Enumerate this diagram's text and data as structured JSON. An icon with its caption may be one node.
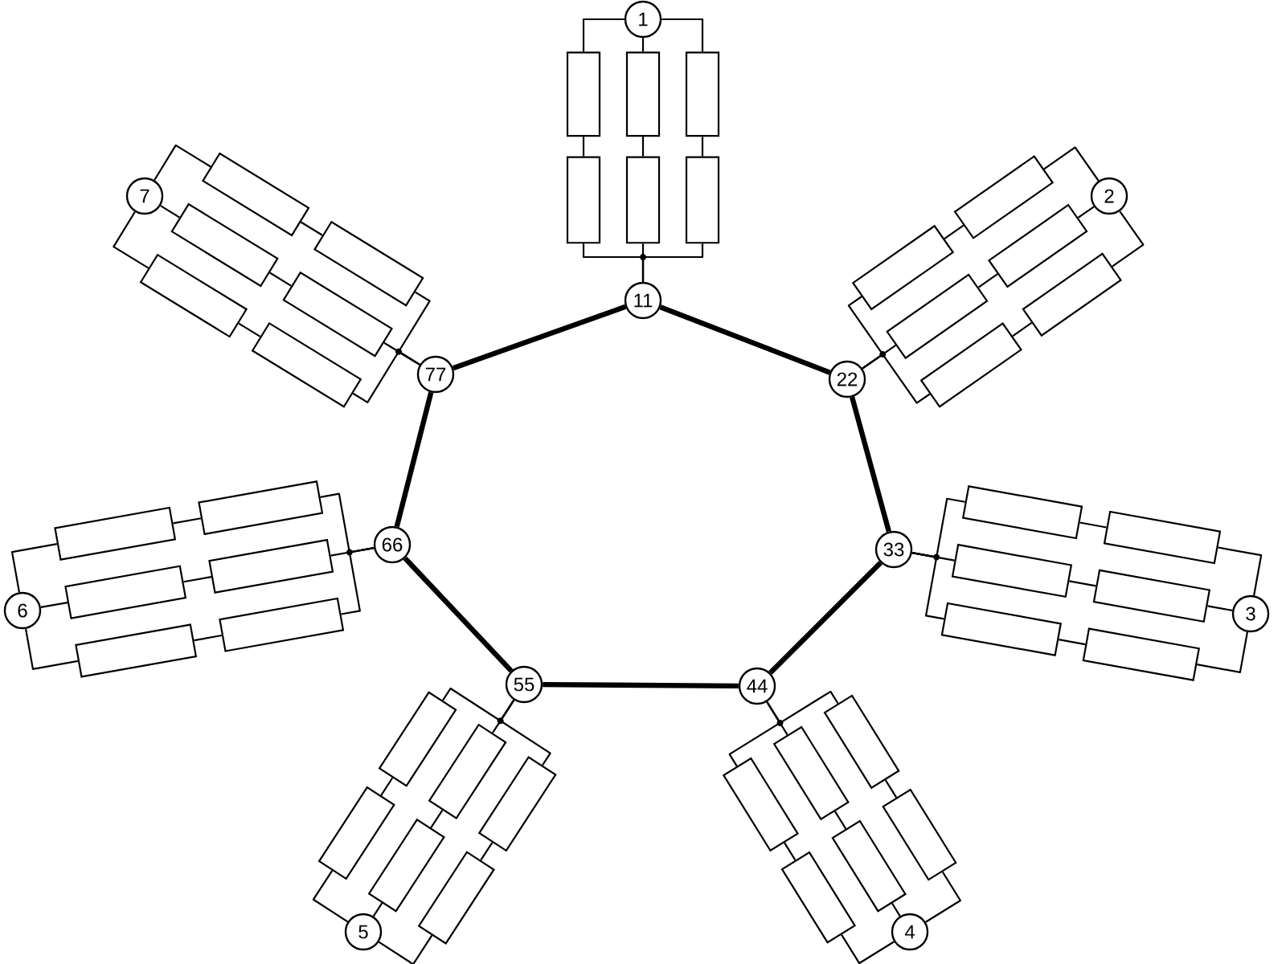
{
  "diagram": {
    "nodes": [
      {
        "text": [
          "1"
        ]
      },
      {
        "text": [
          "2"
        ]
      },
      {
        "text": [
          "3"
        ]
      },
      {
        "text": [
          "4"
        ]
      },
      {
        "text": [
          "5"
        ]
      },
      {
        "text": [
          "6"
        ]
      },
      {
        "text": [
          "7"
        ]
      },
      {
        "text": [
          "11"
        ]
      },
      {
        "text": [
          "22"
        ]
      },
      {
        "text": [
          "33"
        ]
      },
      {
        "text": [
          "44"
        ]
      },
      {
        "text": [
          "55"
        ]
      },
      {
        "text": [
          "66"
        ]
      },
      {
        "text": [
          "77"
        ]
      },
      {
        "text": [],
        "shape": "box"
      },
      {
        "text": [],
        "shape": "box"
      },
      {
        "text": [],
        "shape": "box"
      },
      {
        "text": [],
        "shape": "box"
      },
      {
        "text": [],
        "shape": "box"
      },
      {
        "text": [],
        "shape": "box"
      },
      {
        "text": [],
        "shape": "box"
      },
      {
        "text": [],
        "shape": "box"
      },
      {
        "text": [],
        "shape": "box"
      },
      {
        "text": [],
        "shape": "box"
      },
      {
        "text": [],
        "shape": "box"
      },
      {
        "text": [],
        "shape": "box"
      },
      {
        "text": [],
        "shape": "box"
      },
      {
        "text": [],
        "shape": "box"
      },
      {
        "text": [],
        "shape": "box"
      },
      {
        "text": [],
        "shape": "box"
      },
      {
        "text": [],
        "shape": "box"
      },
      {
        "text": [],
        "shape": "box"
      },
      {
        "text": [],
        "shape": "box"
      },
      {
        "text": [],
        "shape": "box"
      },
      {
        "text": [],
        "shape": "box"
      },
      {
        "text": [],
        "shape": "box"
      },
      {
        "text": [],
        "shape": "box"
      },
      {
        "text": [],
        "shape": "box"
      },
      {
        "text": [],
        "shape": "box"
      },
      {
        "text": [],
        "shape": "box"
      },
      {
        "text": [],
        "shape": "box"
      },
      {
        "text": [],
        "shape": "box"
      },
      {
        "text": [],
        "shape": "box"
      },
      {
        "text": [],
        "shape": "box"
      },
      {
        "text": [],
        "shape": "box"
      },
      {
        "text": [],
        "shape": "box"
      },
      {
        "text": [],
        "shape": "box"
      },
      {
        "text": [],
        "shape": "box"
      },
      {
        "text": [],
        "shape": "box"
      },
      {
        "text": [],
        "shape": "box"
      },
      {
        "text": [],
        "shape": "box"
      },
      {
        "text": [],
        "shape": "box"
      },
      {
        "text": [],
        "shape": "box"
      },
      {
        "text": [],
        "shape": "box"
      },
      {
        "text": [],
        "shape": "box"
      },
      {
        "text": [],
        "shape": "box"
      }
    ],
    "edges": [
      {
        "from": 7,
        "to": 8,
        "arrow": "none",
        "style": "thick"
      },
      {
        "from": 8,
        "to": 9,
        "arrow": "none",
        "style": "thick"
      },
      {
        "from": 9,
        "to": 10,
        "arrow": "none",
        "style": "thick"
      },
      {
        "from": 10,
        "to": 11,
        "arrow": "none",
        "style": "thick"
      },
      {
        "from": 11,
        "to": 12,
        "arrow": "none",
        "style": "thick"
      },
      {
        "from": 12,
        "to": 13,
        "arrow": "none",
        "style": "thick"
      },
      {
        "from": 13,
        "to": 7,
        "arrow": "none",
        "style": "thick"
      },
      {
        "from": 7,
        "to": 14,
        "arrow": "none"
      },
      {
        "from": 7,
        "to": 16,
        "arrow": "none"
      },
      {
        "from": 7,
        "to": 18,
        "arrow": "none"
      },
      {
        "from": 14,
        "to": 15,
        "arrow": "none"
      },
      {
        "from": 16,
        "to": 17,
        "arrow": "none"
      },
      {
        "from": 18,
        "to": 19,
        "arrow": "none"
      },
      {
        "from": 15,
        "to": 0,
        "arrow": "none"
      },
      {
        "from": 17,
        "to": 0,
        "arrow": "none"
      },
      {
        "from": 19,
        "to": 0,
        "arrow": "none"
      },
      {
        "from": 8,
        "to": 20,
        "arrow": "none"
      },
      {
        "from": 8,
        "to": 22,
        "arrow": "none"
      },
      {
        "from": 8,
        "to": 24,
        "arrow": "none"
      },
      {
        "from": 20,
        "to": 21,
        "arrow": "none"
      },
      {
        "from": 22,
        "to": 23,
        "arrow": "none"
      },
      {
        "from": 24,
        "to": 25,
        "arrow": "none"
      },
      {
        "from": 21,
        "to": 1,
        "arrow": "none"
      },
      {
        "from": 23,
        "to": 1,
        "arrow": "none"
      },
      {
        "from": 25,
        "to": 1,
        "arrow": "none"
      },
      {
        "from": 9,
        "to": 26,
        "arrow": "none"
      },
      {
        "from": 9,
        "to": 28,
        "arrow": "none"
      },
      {
        "from": 9,
        "to": 30,
        "arrow": "none"
      },
      {
        "from": 26,
        "to": 27,
        "arrow": "none"
      },
      {
        "from": 28,
        "to": 29,
        "arrow": "none"
      },
      {
        "from": 30,
        "to": 31,
        "arrow": "none"
      },
      {
        "from": 27,
        "to": 2,
        "arrow": "none"
      },
      {
        "from": 29,
        "to": 2,
        "arrow": "none"
      },
      {
        "from": 31,
        "to": 2,
        "arrow": "none"
      },
      {
        "from": 10,
        "to": 32,
        "arrow": "none"
      },
      {
        "from": 10,
        "to": 34,
        "arrow": "none"
      },
      {
        "from": 10,
        "to": 36,
        "arrow": "none"
      },
      {
        "from": 32,
        "to": 33,
        "arrow": "none"
      },
      {
        "from": 34,
        "to": 35,
        "arrow": "none"
      },
      {
        "from": 36,
        "to": 37,
        "arrow": "none"
      },
      {
        "from": 33,
        "to": 3,
        "arrow": "none"
      },
      {
        "from": 35,
        "to": 3,
        "arrow": "none"
      },
      {
        "from": 37,
        "to": 3,
        "arrow": "none"
      },
      {
        "from": 11,
        "to": 38,
        "arrow": "none"
      },
      {
        "from": 11,
        "to": 40,
        "arrow": "none"
      },
      {
        "from": 11,
        "to": 42,
        "arrow": "none"
      },
      {
        "from": 38,
        "to": 39,
        "arrow": "none"
      },
      {
        "from": 40,
        "to": 41,
        "arrow": "none"
      },
      {
        "from": 42,
        "to": 43,
        "arrow": "none"
      },
      {
        "from": 39,
        "to": 4,
        "arrow": "none"
      },
      {
        "from": 41,
        "to": 4,
        "arrow": "none"
      },
      {
        "from": 43,
        "to": 4,
        "arrow": "none"
      },
      {
        "from": 12,
        "to": 44,
        "arrow": "none"
      },
      {
        "from": 12,
        "to": 46,
        "arrow": "none"
      },
      {
        "from": 12,
        "to": 48,
        "arrow": "none"
      },
      {
        "from": 44,
        "to": 45,
        "arrow": "none"
      },
      {
        "from": 46,
        "to": 47,
        "arrow": "none"
      },
      {
        "from": 48,
        "to": 49,
        "arrow": "none"
      },
      {
        "from": 45,
        "to": 5,
        "arrow": "none"
      },
      {
        "from": 47,
        "to": 5,
        "arrow": "none"
      },
      {
        "from": 49,
        "to": 5,
        "arrow": "none"
      },
      {
        "from": 13,
        "to": 50,
        "arrow": "none"
      },
      {
        "from": 13,
        "to": 52,
        "arrow": "none"
      },
      {
        "from": 13,
        "to": 54,
        "arrow": "none"
      },
      {
        "from": 50,
        "to": 51,
        "arrow": "none"
      },
      {
        "from": 52,
        "to": 53,
        "arrow": "none"
      },
      {
        "from": 54,
        "to": 55,
        "arrow": "none"
      },
      {
        "from": 51,
        "to": 6,
        "arrow": "none"
      },
      {
        "from": 53,
        "to": 6,
        "arrow": "none"
      },
      {
        "from": 55,
        "to": 6,
        "arrow": "none"
      }
    ]
  }
}
